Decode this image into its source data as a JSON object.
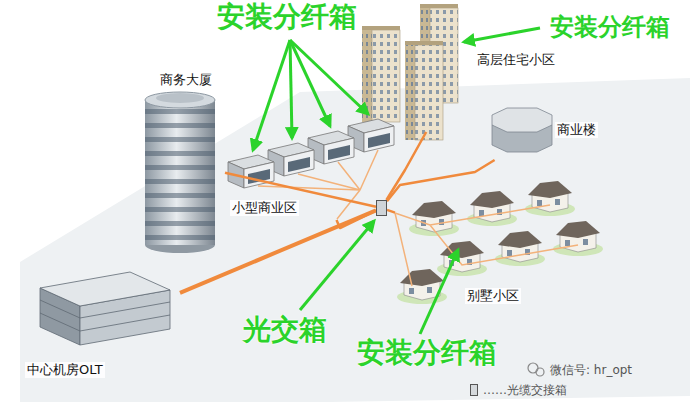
{
  "diagram": {
    "nodes": [
      {
        "text": [
          "高层住宅小区"
        ]
      },
      {
        "text": [
          "商务大厦"
        ]
      },
      {
        "text": [
          "小型商业区"
        ]
      },
      {
        "text": [
          "商业楼"
        ]
      },
      {
        "text": [
          "光交箱"
        ]
      },
      {
        "text": [
          "别墅小区"
        ]
      },
      {
        "text": [
          "中心机房OLT"
        ]
      }
    ],
    "edges": [
      {
        "from": 6,
        "to": 4,
        "arrow": "none"
      },
      {
        "from": 4,
        "to": 1,
        "arrow": "none"
      },
      {
        "from": 4,
        "to": 2,
        "arrow": "none"
      },
      {
        "from": 4,
        "to": 0,
        "arrow": "none"
      },
      {
        "from": 4,
        "to": 3,
        "arrow": "none"
      },
      {
        "from": 4,
        "to": 5,
        "arrow": "none"
      }
    ],
    "labels": [
      "安装分纤箱",
      "安装分纤箱",
      "安装分纤箱",
      "微信号: hr_opt"
    ],
    "legend": [
      {
        "text": "……光缆交接箱"
      }
    ]
  }
}
